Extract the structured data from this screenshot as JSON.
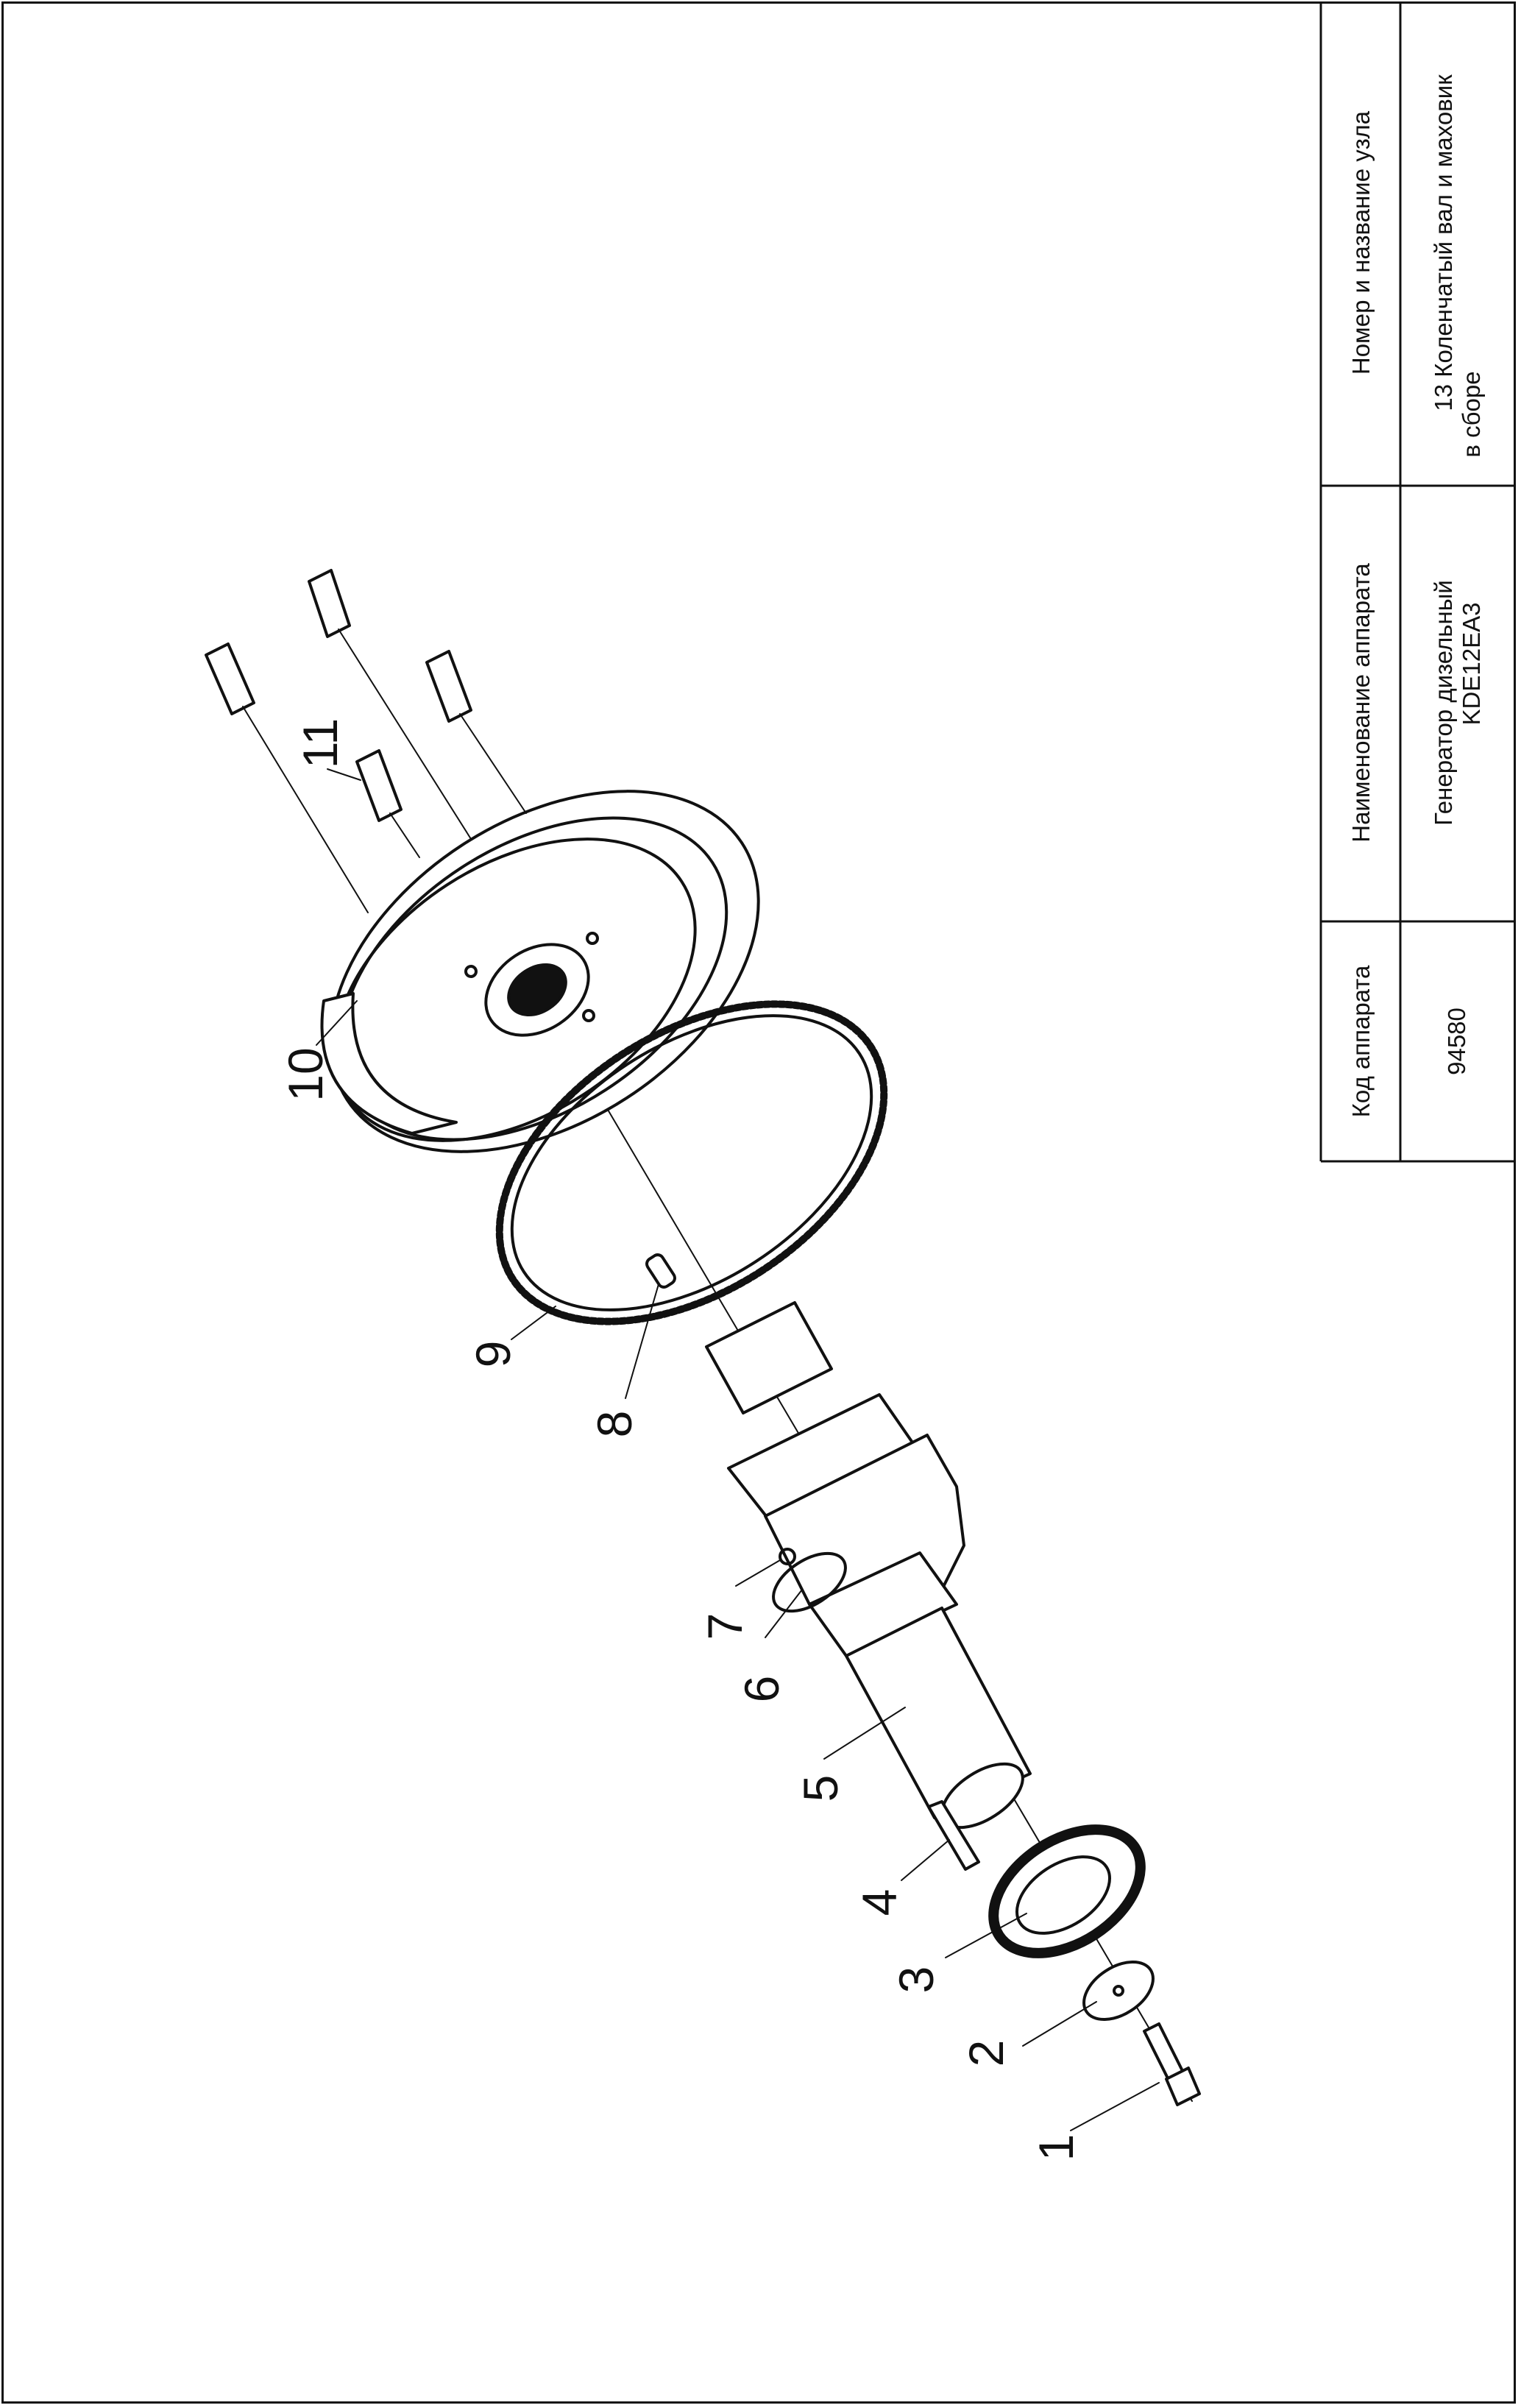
{
  "title_block": {
    "code_header": "Код аппарата",
    "code_value": "94580",
    "device_header": "Наименование аппарата",
    "device_value_line1": "Генератор дизельный",
    "device_value_line2": "KDE12EA3",
    "unit_header": "Номер и название узла",
    "unit_value_line1": "13 Коленчатый вал и маховик",
    "unit_value_line2": "в сборе"
  },
  "callouts": [
    "1",
    "2",
    "3",
    "4",
    "5",
    "6",
    "7",
    "8",
    "9",
    "10",
    "11"
  ]
}
